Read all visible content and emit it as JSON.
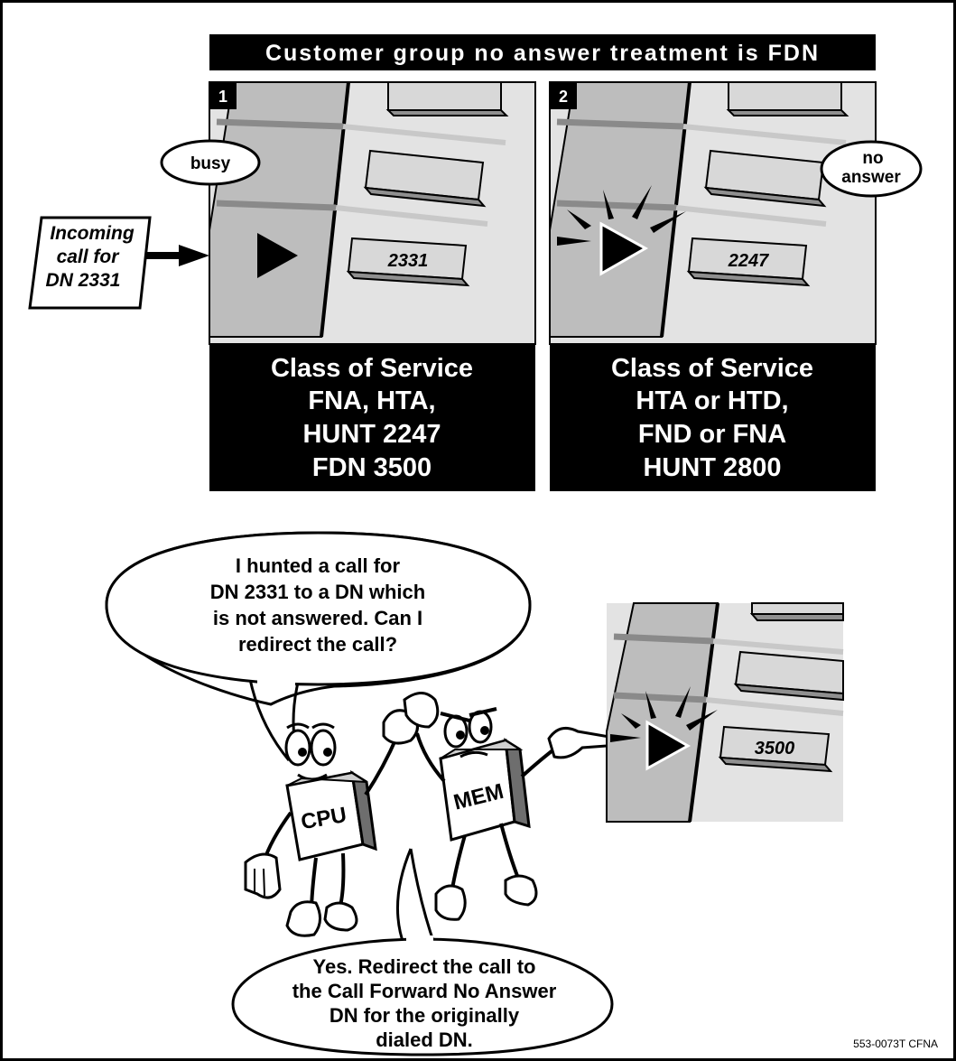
{
  "title": "Customer group no answer treatment is FDN",
  "incoming": {
    "lines": [
      "Incoming",
      "call for",
      "DN 2331"
    ]
  },
  "panel1": {
    "number": "1",
    "status": "busy",
    "key_label": "2331",
    "cos_lines": [
      "Class of Service",
      "FNA, HTA,",
      "HUNT 2247",
      "FDN 3500"
    ]
  },
  "panel2": {
    "number": "2",
    "status_lines": [
      "no",
      "answer"
    ],
    "key_label": "2247",
    "cos_lines": [
      "Class of Service",
      "HTA or HTD,",
      "FND or FNA",
      "HUNT 2800"
    ]
  },
  "cpu_speech": {
    "lines": [
      "I hunted a call for",
      "DN 2331 to a DN which",
      "is not answered. Can I",
      "redirect the call?"
    ]
  },
  "mem_speech": {
    "lines": [
      "Yes. Redirect the call to",
      "the Call Forward No Answer",
      "DN for the originally",
      "dialed DN."
    ]
  },
  "characters": {
    "cpu_label": "CPU",
    "mem_label": "MEM"
  },
  "panel3": {
    "key_label": "3500"
  },
  "figure_id": "553-0073T CFNA",
  "colors": {
    "black": "#000000",
    "panel_bg": "#e3e3e3",
    "strip": "#bfbfbf",
    "key_face": "#dcdcdc",
    "key_dark": "#9a9a9a"
  }
}
